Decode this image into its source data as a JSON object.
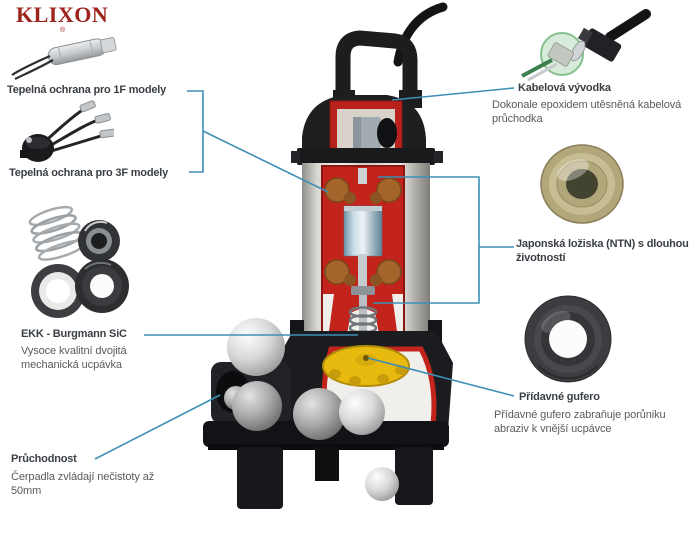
{
  "brand": {
    "logo_text": "KLIXON",
    "registered_mark": "®"
  },
  "colors": {
    "callout_line": "#3d8fb5",
    "label_text": "#3a3f45",
    "desc_text": "#595b5e",
    "logo_red": "#9d241c",
    "pump_red": "#c2231b",
    "impeller_yellow": "#e8ba10"
  },
  "callouts": {
    "thermal_1f": {
      "label": "Tepelná ochrana pro 1F modely"
    },
    "thermal_3f": {
      "label": "Tepelná ochrana pro 3F modely"
    },
    "mechanical_seal": {
      "label": "EKK - Burgmann SiC",
      "desc": [
        "Vysoce kvalitní dvojitá",
        "mechanická ucpávka"
      ]
    },
    "passage": {
      "label": "Průchodnost",
      "desc": [
        "Čerpadla zvládají nečistoty až",
        "50mm"
      ]
    },
    "cable_gland": {
      "label": "Kabelová vývodka",
      "desc": [
        "Dokonale epoxidem utěsněná kabelová",
        "průchodka"
      ]
    },
    "bearings": {
      "label": [
        "Japonská ložiska (NTN) s dlouhou",
        "životností"
      ]
    },
    "extra_seal": {
      "label": "Přídavné gufero",
      "desc": [
        "Přídavné gufero zabraňuje porůniku",
        "abraziv k vnější ucpávce"
      ]
    }
  },
  "images": {
    "pump": "submersible-pump-cutaway",
    "thermal_1f": "klixon-thermal-protector-1f",
    "thermal_3f": "klixon-thermal-protector-3f",
    "mechanical_seal": "double-mechanical-seal-kit",
    "cable_gland": "epoxy-sealed-cable-gland",
    "bearing": "ntn-ball-bearing",
    "extra_seal": "rubber-oil-seal-gufero"
  }
}
